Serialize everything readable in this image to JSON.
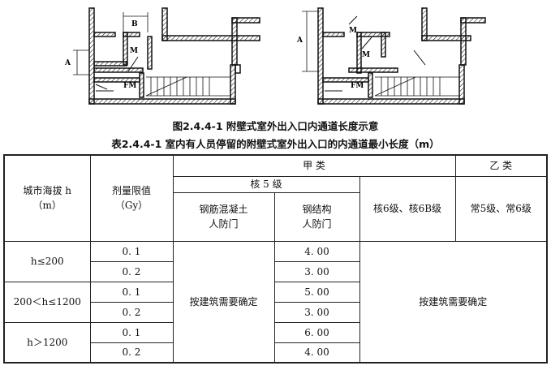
{
  "figure": {
    "caption": "图2.4.4-1   附壁式室外出入口内通道长度示意",
    "labels": {
      "b": "B",
      "m": "M",
      "fm": "FM",
      "a": "A"
    }
  },
  "table": {
    "caption": "表2.4.4-1   室内有人员停留的附壁式室外出入口的内通道最小长度（m）",
    "headers": {
      "altitude_line1": "城市海拔 h",
      "altitude_line2": "（m）",
      "dose_line1": "剂量限值",
      "dose_line2": "（Gy）",
      "class_a": "甲    类",
      "class_b": "乙    类",
      "level5": "核 5 级",
      "rc_door_line1": "钢筋混凝土",
      "rc_door_line2": "人防门",
      "steel_door_line1": "钢结构",
      "steel_door_line2": "人防门",
      "level6": "核6级、核6B级",
      "common": "常5级、常6级"
    },
    "rows": [
      {
        "altitude": "h≤200",
        "dose": "0. 1",
        "steel": "4. 00"
      },
      {
        "dose": "0. 2",
        "steel": "3. 00"
      },
      {
        "altitude": "200＜h≤1200",
        "dose": "0. 1",
        "steel": "5. 00"
      },
      {
        "dose": "0. 2",
        "steel": "3. 00"
      },
      {
        "altitude": "h＞1200",
        "dose": "0. 1",
        "steel": "6. 00"
      },
      {
        "dose": "0. 2",
        "steel": "4. 00"
      }
    ],
    "rc_merged": "按建筑需要确定",
    "other_merged": "按建筑需要确定"
  }
}
